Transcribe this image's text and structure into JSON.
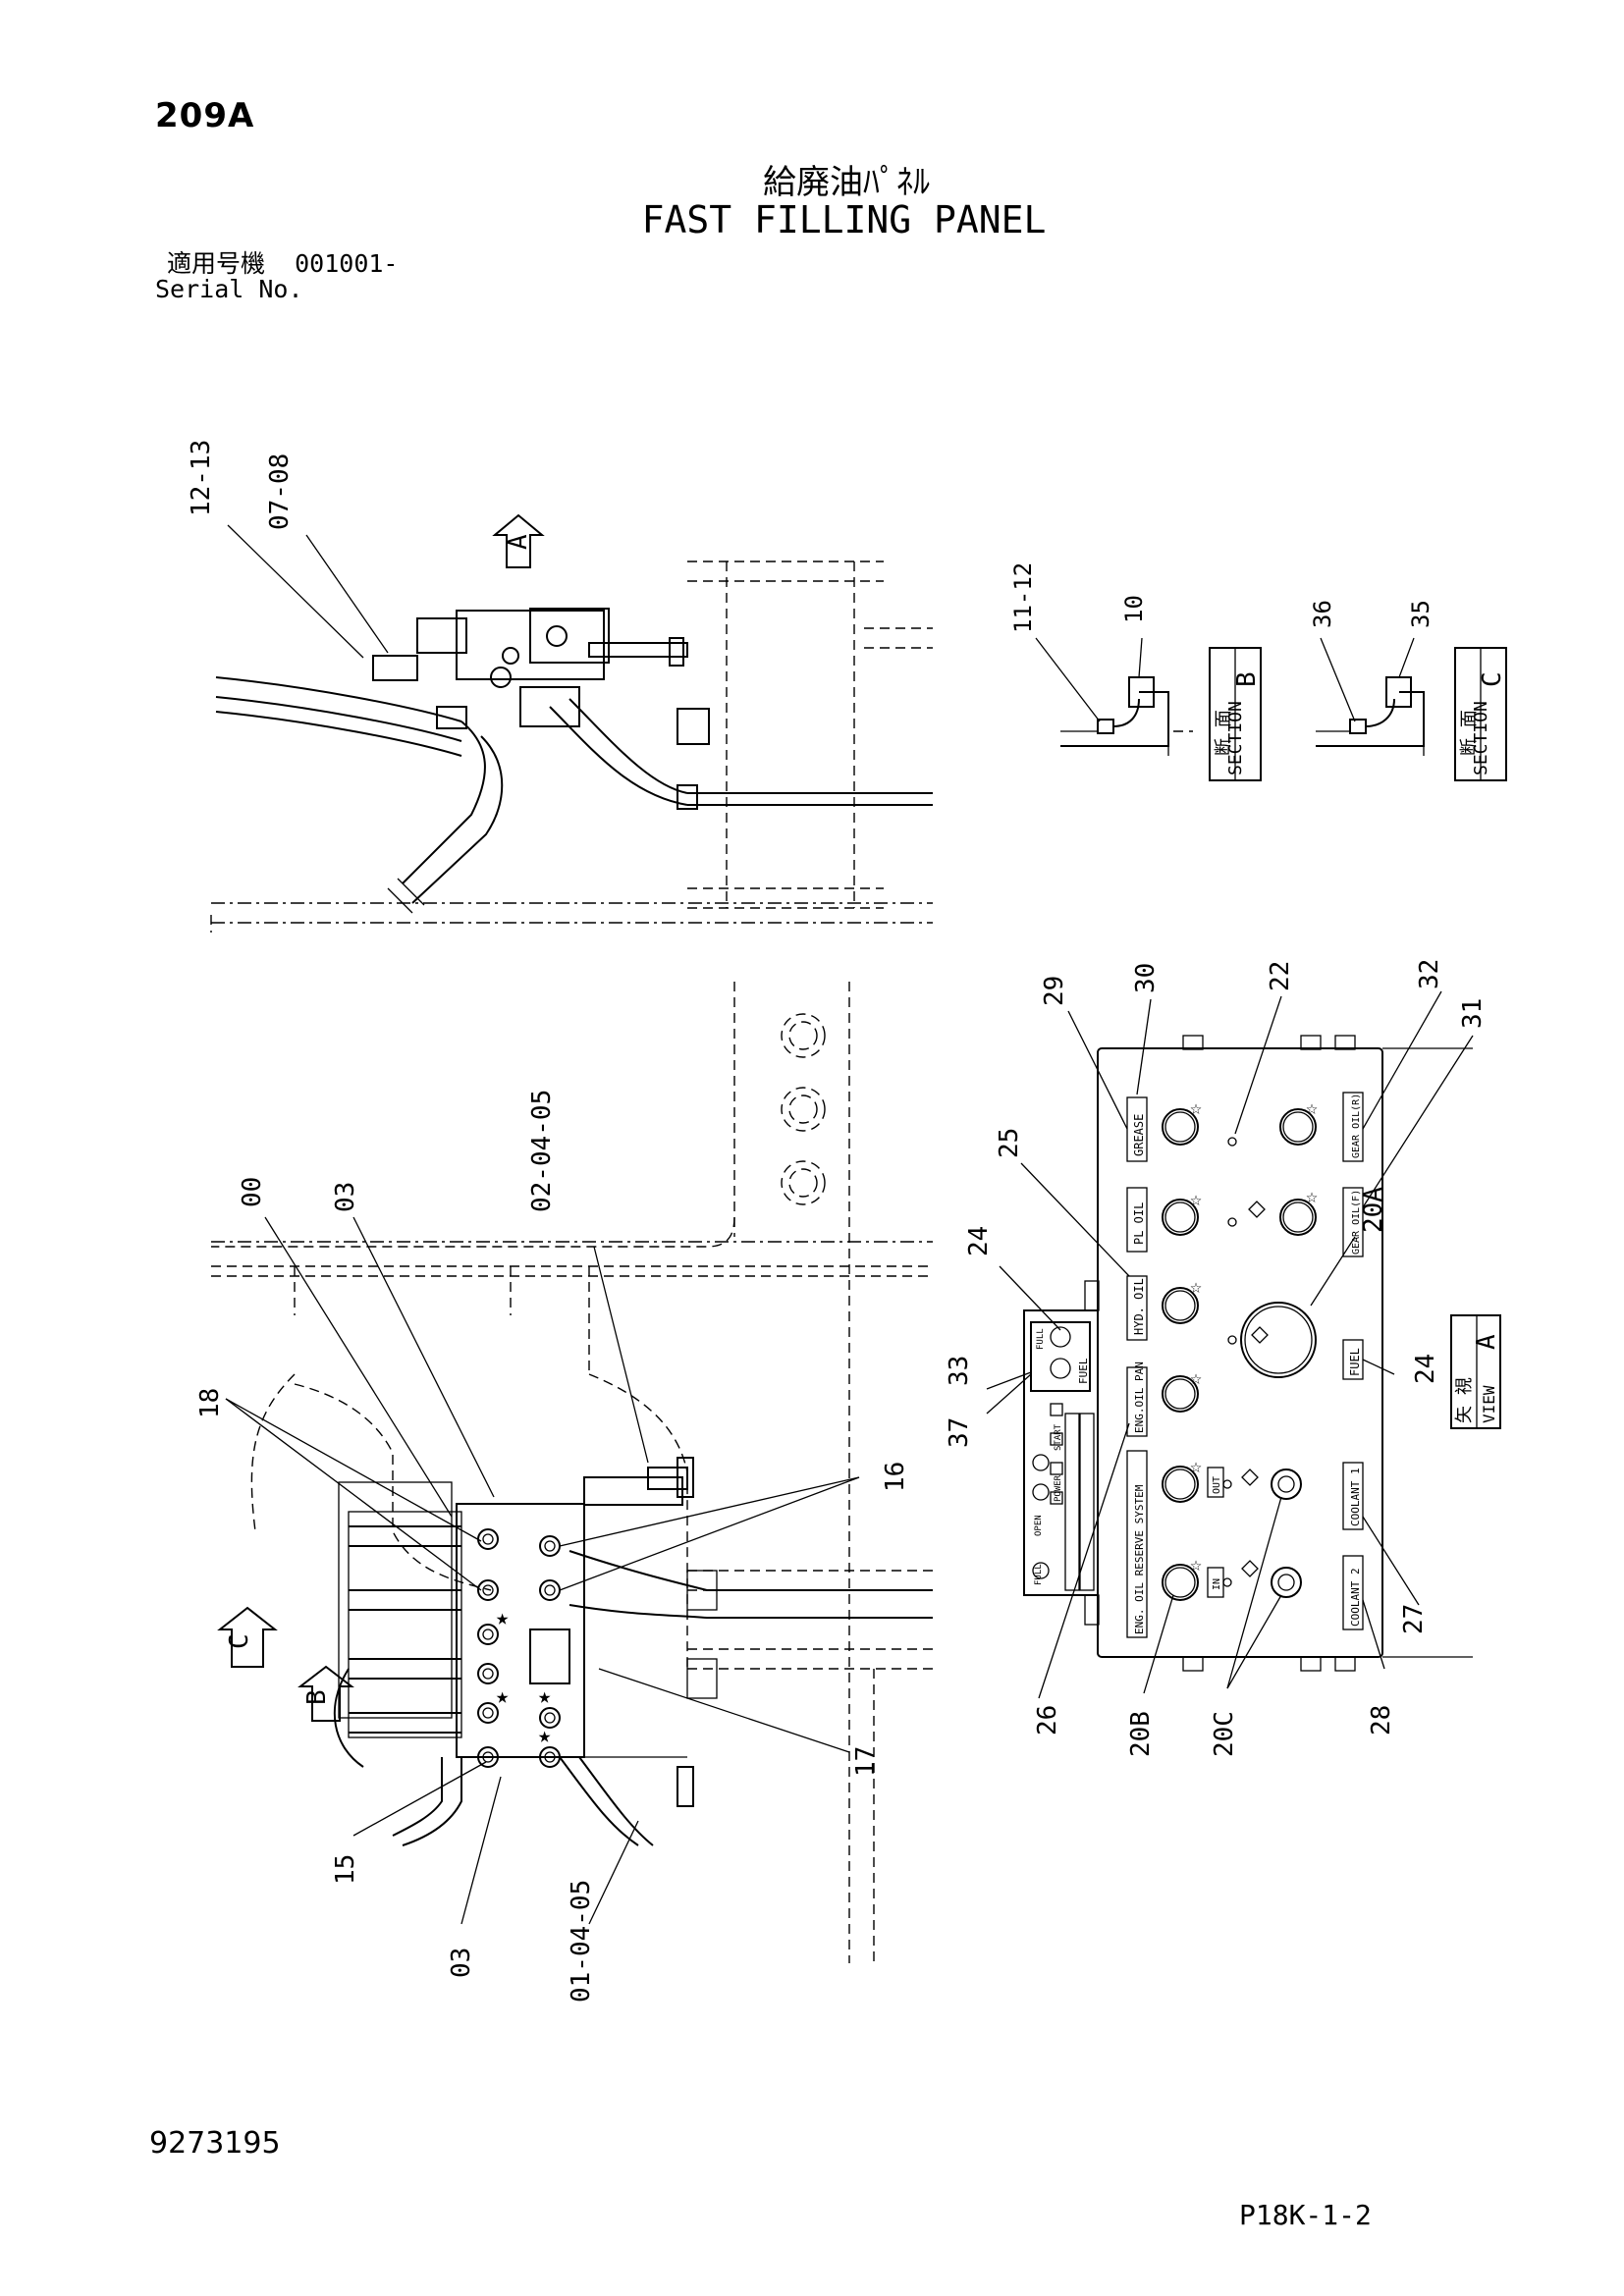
{
  "header": {
    "page_no": "209A",
    "title_jp": "給廃油ﾊﾟﾈﾙ",
    "title_en": "FAST FILLING PANEL",
    "serial_jp": "適用号機",
    "serial_value": "001001-",
    "serial_en": "Serial No."
  },
  "footer": {
    "doc_number": "9273195",
    "page_code": "P18K-1-2"
  },
  "views": {
    "arrow_a": "A",
    "arrow_b": "B",
    "arrow_c": "C",
    "section_b": {
      "jp": "断 面",
      "en": "SECTION",
      "letter": "B"
    },
    "section_c": {
      "jp": "断 面",
      "en": "SECTION",
      "letter": "C"
    },
    "view_a": {
      "jp": "矢 視",
      "en": "VIEW",
      "letter": "A"
    }
  },
  "part_labels": {
    "top_12_13": "12-13",
    "top_07_08": "07-08",
    "secB_11_12": "11-12",
    "secB_10": "10",
    "secC_36": "36",
    "secC_35": "35",
    "l_00": "00",
    "l_03_top": "03",
    "l_02_04_05": "02-04-05",
    "l_18": "18",
    "l_16": "16",
    "l_17": "17",
    "l_15": "15",
    "l_03_bot": "03",
    "l_01_04_05": "01-04-05",
    "r_29": "29",
    "r_30": "30",
    "r_22": "22",
    "r_32": "32",
    "r_31": "31",
    "r_25": "25",
    "r_24_top": "24",
    "r_33": "33",
    "r_37": "37",
    "r_20A": "20A",
    "r_24_right": "24",
    "r_26": "26",
    "r_20B": "20B",
    "r_20C": "20C",
    "r_28": "28",
    "r_27": "27"
  },
  "panel_plates": {
    "grease": "GREASE",
    "pl_oil": "PL OIL",
    "hyd_oil": "HYD. OIL",
    "eng_oil_pan": "ENG.OIL PAN",
    "eng_oil_reserve": "ENG. OIL RESERVE SYSTEM",
    "gear_oil_r": "GEAR OIL(R)",
    "gear_oil_f": "GEAR OIL(F)",
    "fuel": "FUEL",
    "coolant_1": "COOLANT 1",
    "coolant_2": "COOLANT 2",
    "out": "OUT",
    "in": "IN",
    "full": "FULL",
    "fuel_small": "FUEL",
    "start": "START",
    "power": "POWER",
    "open": "OPEN",
    "full_small": "FULL"
  }
}
